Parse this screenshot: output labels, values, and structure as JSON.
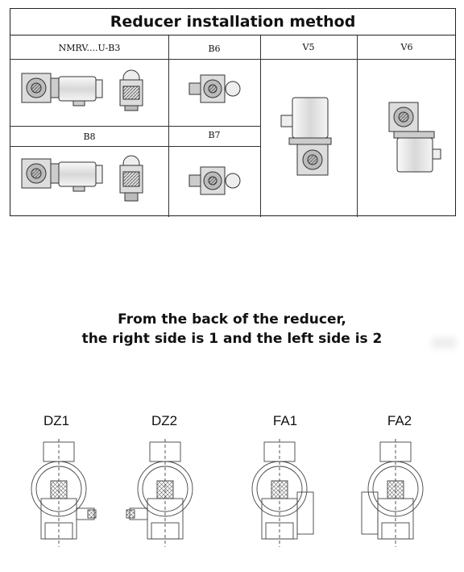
{
  "table": {
    "title": "Reducer installation method",
    "headers": {
      "b3": "NMRV....U-B3",
      "b6": "B6",
      "v5": "V5",
      "v6": "V6",
      "b8": "B8",
      "b7": "B7"
    }
  },
  "caption": {
    "line1": "From the back of the reducer,",
    "line2": "the right side is 1 and the left side is 2"
  },
  "configs": [
    "DZ1",
    "DZ2",
    "FA1",
    "FA2"
  ]
}
